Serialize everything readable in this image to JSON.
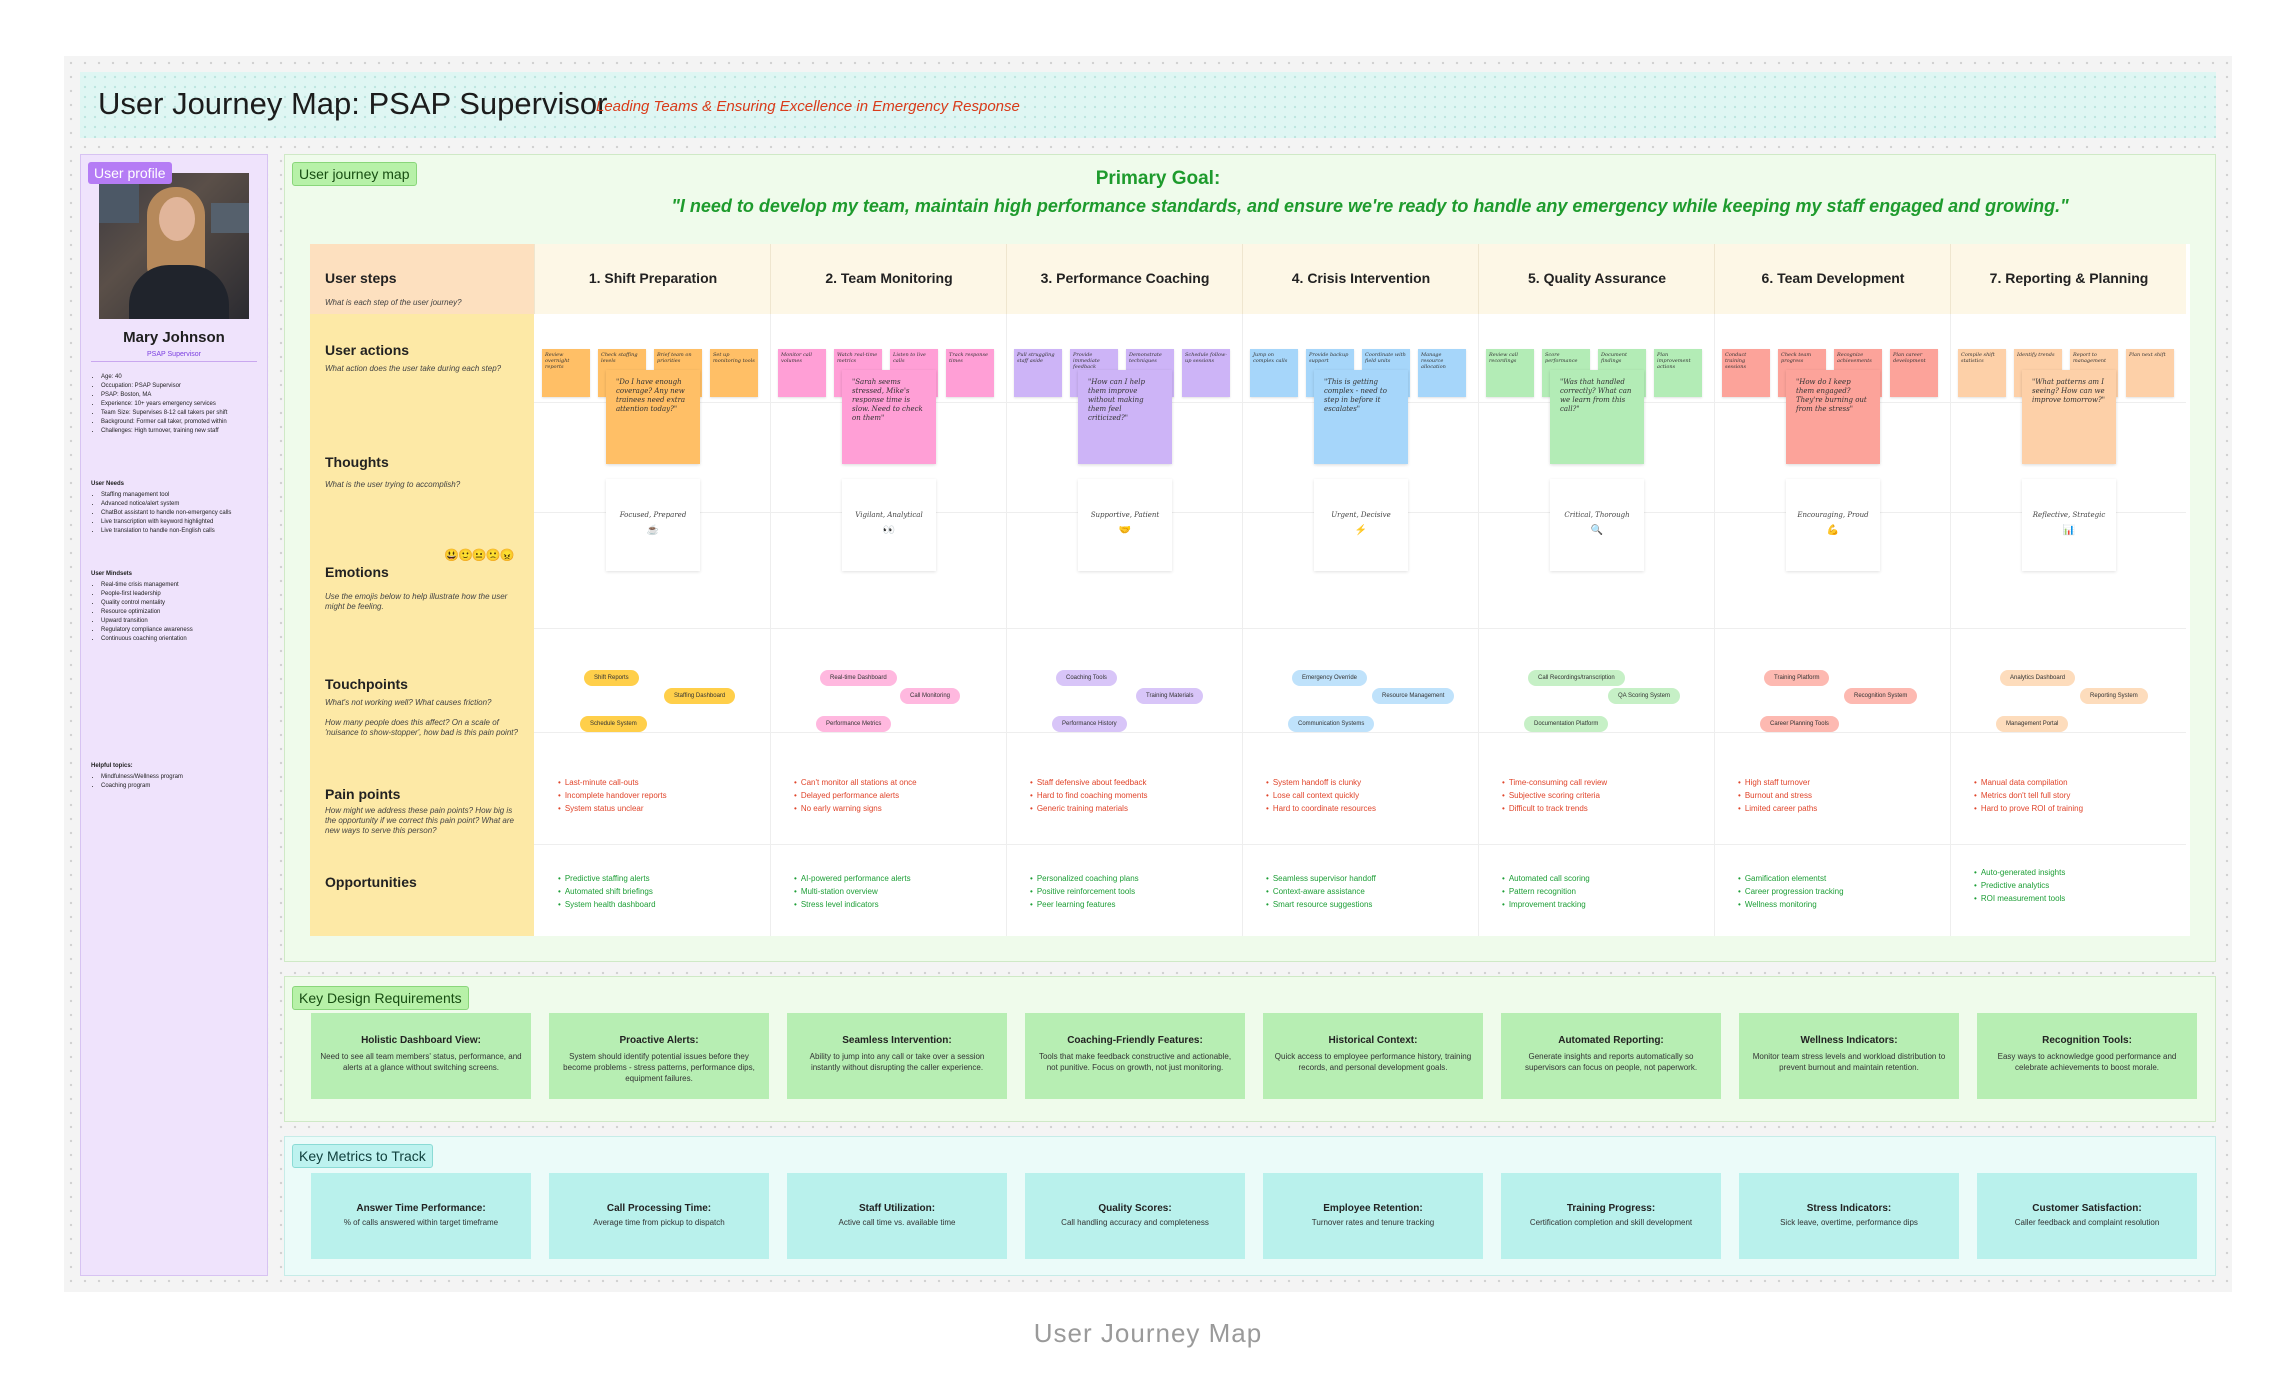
{
  "header": {
    "title": "User Journey Map: PSAP Supervisor",
    "subtitle": "Leading Teams & Ensuring Excellence in Emergency Response"
  },
  "profile": {
    "tag": "User profile",
    "name": "Mary Johnson",
    "role": "PSAP Supervisor",
    "details": [
      "Age: 40",
      "Occupation: PSAP Supervisor",
      "PSAP: Boston, MA",
      "Experience: 10+ years emergency services",
      "Team Size: Supervises 8-12 call takers per shift",
      "Background: Former call taker, promoted within",
      "Challenges: High turnover, training new staff"
    ],
    "needs_title": "User Needs",
    "needs": [
      "Staffing management tool",
      "Advanced notice/alert system",
      "ChatBot assistant to handle non-emergency calls",
      "Live transcription with keyword highlighted",
      "Live translation to handle non-English calls"
    ],
    "mindsets_title": "User Mindsets",
    "mindsets": [
      "Real-time crisis management",
      "People-first leadership",
      "Quality control mentality",
      "Resource optimization",
      "Upward transition",
      "Regulatory compliance awareness",
      "Continuous coaching orientation"
    ],
    "topics_title": "Helpful topics:",
    "topics": [
      "Mindfulness/Wellness program",
      "Coaching program"
    ]
  },
  "journey": {
    "tag": "User journey map",
    "goal_title": "Primary Goal:",
    "goal_quote": "\"I need to develop my team, maintain high performance standards, and  ensure we're ready to handle any emergency while keeping my staff  engaged and growing.\"",
    "emoji_scale": "😃🙂😐🙁😠",
    "rows": [
      {
        "label": "User steps",
        "sub": "What is each step of the user journey?"
      },
      {
        "label": "User actions",
        "sub": "What action does the user take during each step?"
      },
      {
        "label": "Thoughts",
        "sub": "What is the user trying to accomplish?"
      },
      {
        "label": "Emotions",
        "sub": "Use the emojis below to help illustrate how the user might be feeling."
      },
      {
        "label": "Touchpoints",
        "sub": "What's not working well? What causes friction?\n\nHow many people does this affect? On a scale of 'nuisance to show-stopper', how bad is this pain point?"
      },
      {
        "label": "Pain points",
        "sub": "How might we address these pain points? How big is the opportunity if we correct this pain point? What are new ways to serve this person?"
      },
      {
        "label": "Opportunities",
        "sub": ""
      }
    ],
    "steps": [
      {
        "title": "1. Shift Preparation",
        "color": "#ffbf66",
        "actions": [
          "Review overnight reports",
          "Check staffing levels",
          "Brief team on priorities",
          "Set up monitoring tools"
        ],
        "thought": "\"Do I have enough coverage? Any new trainees need extra attention today?\"",
        "thought_color": "#ffbf66",
        "emotion": "Focused, Prepared",
        "emotion_icon": "☕",
        "touchpoints": [
          "Shift Reports",
          "Staffing Dashboard",
          "Schedule System"
        ],
        "tp_color": "#ffcf4a",
        "pains": [
          "Last-minute call-outs",
          "Incomplete handover reports",
          "System status unclear"
        ],
        "opps": [
          "Predictive staffing alerts",
          "Automated shift briefings",
          "System health dashboard"
        ]
      },
      {
        "title": "2. Team Monitoring",
        "color": "#ff9fd6",
        "actions": [
          "Monitor call volumes",
          "Watch real-time metrics",
          "Listen to live calls",
          "Track response times"
        ],
        "thought": "\"Sarah seems stressed, Mike's response time is slow. Need to check on them\"",
        "thought_color": "#ff9fd6",
        "emotion": "Vigilant, Analytical",
        "emotion_icon": "👀",
        "touchpoints": [
          "Real-time Dashboard",
          "Call Monitoring",
          "Performance Metrics"
        ],
        "tp_color": "#ffb8df",
        "pains": [
          "Can't monitor all stations at once",
          "Delayed performance alerts",
          "No early warning signs"
        ],
        "opps": [
          "AI-powered performance alerts",
          "Multi-station overview",
          "Stress level indicators"
        ]
      },
      {
        "title": "3. Performance Coaching",
        "color": "#cdb4f7",
        "actions": [
          "Pull struggling staff aside",
          "Provide immediate feedback",
          "Demonstrate techniques",
          "Schedule follow-up sessions"
        ],
        "thought": "\"How can I help them improve without making them feel criticized?\"",
        "thought_color": "#cdb4f7",
        "emotion": "Supportive, Patient",
        "emotion_icon": "🤝",
        "touchpoints": [
          "Coaching Tools",
          "Training Materials",
          "Performance History"
        ],
        "tp_color": "#d8c5f8",
        "pains": [
          "Staff defensive about feedback",
          "Hard to find coaching moments",
          "Generic training materials"
        ],
        "opps": [
          "Personalized coaching plans",
          "Positive reinforcement tools",
          "Peer learning features"
        ]
      },
      {
        "title": "4. Crisis Intervention",
        "color": "#a6d6fa",
        "actions": [
          "Jump on complex calls",
          "Provide backup support",
          "Coordinate with field units",
          "Manage resource allocation"
        ],
        "thought": "\"This is getting complex - need to step in before it escalates\"",
        "thought_color": "#a6d6fa",
        "emotion": "Urgent, Decisive",
        "emotion_icon": "⚡",
        "touchpoints": [
          "Emergency Override",
          "Resource Management",
          "Communication Systems"
        ],
        "tp_color": "#bfe2fb",
        "pains": [
          "System handoff is clunky",
          "Lose call context quickly",
          "Hard to coordinate resources"
        ],
        "opps": [
          "Seamless supervisor handoff",
          "Context-aware assistance",
          "Smart resource suggestions"
        ]
      },
      {
        "title": "5. Quality Assurance",
        "color": "#b3ecb6",
        "actions": [
          "Review call recordings",
          "Score performance",
          "Document findings",
          "Plan improvement actions"
        ],
        "thought": "\"Was that handled correctly? What can we learn from this call?\"",
        "thought_color": "#b3ecb6",
        "emotion": "Critical, Thorough",
        "emotion_icon": "🔍",
        "touchpoints": [
          "Call Recordings/transcription",
          "QA Scoring System",
          "Documentation Platform"
        ],
        "tp_color": "#c6f0c6",
        "pains": [
          "Time-consuming call review",
          "Subjective scoring criteria",
          "Difficult to track trends"
        ],
        "opps": [
          "Automated call scoring",
          "Pattern recognition",
          "Improvement tracking"
        ]
      },
      {
        "title": "6. Team Development",
        "color": "#fca39a",
        "actions": [
          "Conduct training sessions",
          "Check team progress",
          "Recognize achievements",
          "Plan career development"
        ],
        "thought": "\"How do I keep them engaged? They're burning out from the stress\"",
        "thought_color": "#fca39a",
        "emotion": "Encouraging, Proud",
        "emotion_icon": "💪",
        "touchpoints": [
          "Training Platform",
          "Recognition System",
          "Career Planning Tools"
        ],
        "tp_color": "#fdb9b1",
        "pains": [
          "High staff turnover",
          "Burnout and stress",
          "Limited career paths"
        ],
        "opps": [
          "Gamification elementst",
          "Career progression tracking",
          "Wellness monitoring"
        ]
      },
      {
        "title": "7.  Reporting & Planning",
        "color": "#fdd0a8",
        "actions": [
          "Compile shift statistics",
          "Identify trends",
          "Report to management",
          "Plan next shift"
        ],
        "thought": "\"What patterns am I seeing? How can we improve tomorrow?\"",
        "thought_color": "#fdd0a8",
        "emotion": "Reflective, Strategic",
        "emotion_icon": "📊",
        "touchpoints": [
          "Analytics Dashboard",
          "Reporting System",
          "Management Portal"
        ],
        "tp_color": "#fddcbc",
        "pains": [
          "Manual data compilation",
          "Metrics don't tell full story",
          "Hard to prove ROI of training"
        ],
        "opps": [
          "Auto-generated insights",
          "Predictive analytics",
          "ROI measurement tools"
        ]
      }
    ]
  },
  "requirements": {
    "tag": "Key Design Requirements",
    "items": [
      {
        "title": "Holistic Dashboard View:",
        "desc": "Need to see all team members' status, performance, and alerts at a glance without switching screens."
      },
      {
        "title": "Proactive Alerts:",
        "desc": "System should identify potential issues before they become problems - stress patterns, performance dips, equipment failures."
      },
      {
        "title": "Seamless Intervention:",
        "desc": "Ability to jump into any call or take over a session instantly without disrupting the caller experience."
      },
      {
        "title": "Coaching-Friendly Features:",
        "desc": "Tools that make feedback constructive and actionable, not punitive. Focus on growth, not just monitoring."
      },
      {
        "title": "Historical Context:",
        "desc": "Quick access to employee performance history, training records, and personal development goals."
      },
      {
        "title": "Automated Reporting:",
        "desc": "Generate insights and reports automatically so supervisors can focus on people, not paperwork."
      },
      {
        "title": "Wellness Indicators:",
        "desc": "Monitor team stress levels and workload distribution to prevent burnout and maintain retention."
      },
      {
        "title": "Recognition Tools:",
        "desc": "Easy ways to acknowledge good performance and celebrate achievements to boost morale."
      }
    ]
  },
  "metrics": {
    "tag": "Key Metrics to Track",
    "items": [
      {
        "title": "Answer Time Performance:",
        "desc": "% of calls answered within target timeframe"
      },
      {
        "title": "Call Processing Time:",
        "desc": "Average time from pickup to dispatch"
      },
      {
        "title": "Staff Utilization:",
        "desc": "Active call time vs. available time"
      },
      {
        "title": "Quality Scores:",
        "desc": "Call handling accuracy and completeness"
      },
      {
        "title": "Employee Retention:",
        "desc": "Turnover rates and tenure tracking"
      },
      {
        "title": "Training Progress:",
        "desc": "Certification completion and skill development"
      },
      {
        "title": "Stress Indicators:",
        "desc": "Sick leave, overtime, performance dips"
      },
      {
        "title": "Customer Satisfaction:",
        "desc": "Caller feedback and complaint resolution"
      }
    ]
  },
  "caption": "User Journey Map"
}
